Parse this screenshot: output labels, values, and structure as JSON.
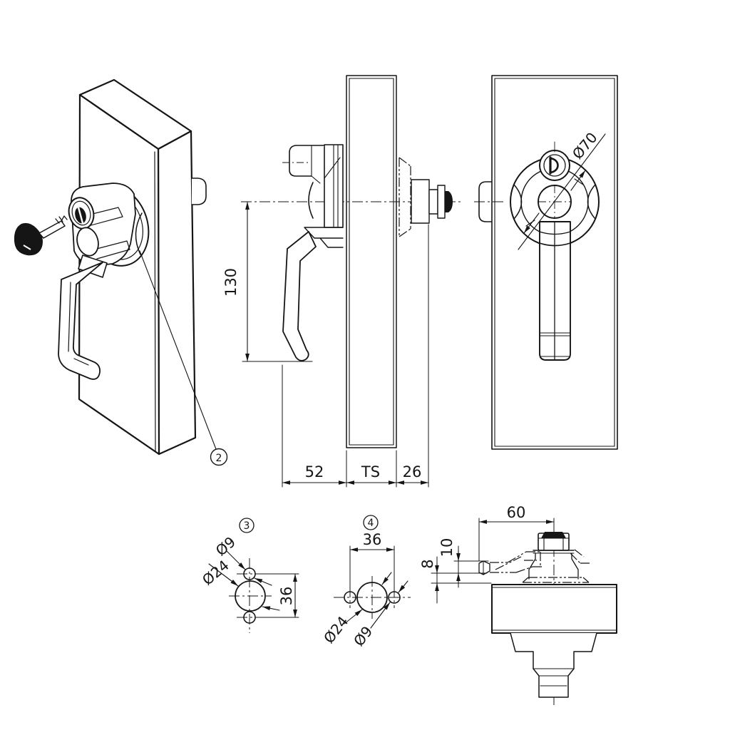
{
  "colors": {
    "line": "#151515",
    "background": "#ffffff"
  },
  "views": {
    "isometric": {
      "balloon": "2"
    },
    "side": {
      "height_dim": "130",
      "depth_front": "52",
      "panel_thickness": "TS",
      "depth_rear": "26"
    },
    "front": {
      "rosette_diameter": "Ø70"
    },
    "detail_3": {
      "balloon": "3",
      "hole_small": "Ø9",
      "hole_large": "Ø24",
      "spacing": "36"
    },
    "detail_4": {
      "balloon": "4",
      "spacing": "36",
      "hole_large": "Ø24",
      "hole_small": "Ø9"
    },
    "latch_top": {
      "length": "60",
      "tip_height": "10",
      "gap": "8"
    }
  }
}
